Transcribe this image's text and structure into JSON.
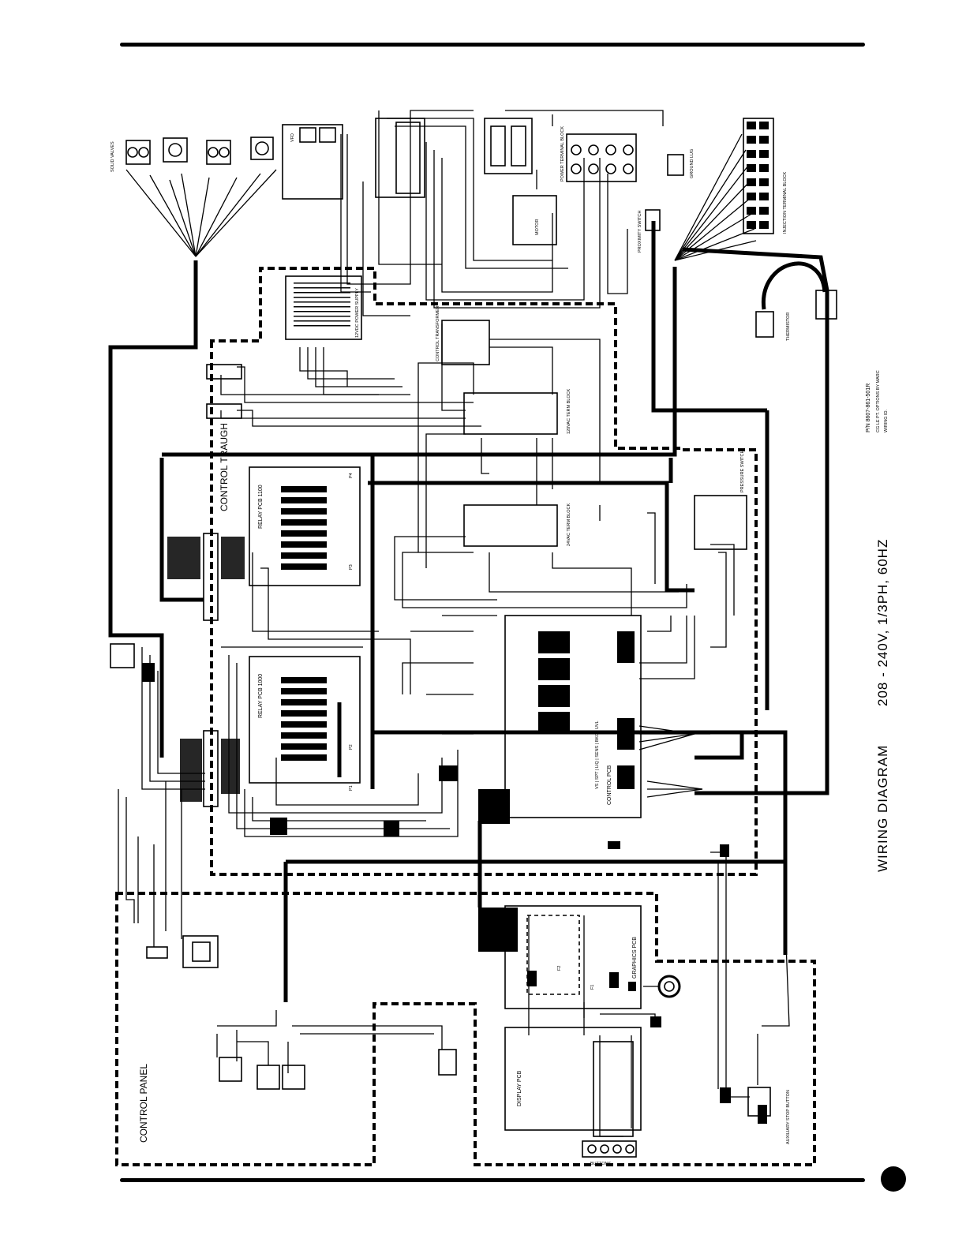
{
  "title": "WIRING DIAGRAM",
  "spec": "208 - 240V, 1/3PH, 60HZ",
  "part_number": "P/N 8607-861-501R",
  "part_note_1": "CG LE PT. OPTIONS BY MARC",
  "part_note_2": "WIRING ID.",
  "labels": {
    "control_trough": "CONTROL TRAUGH",
    "control_panel": "CONTROL PANEL",
    "relay_pcb_top": "RELAY PCB 1100",
    "relay_pcb_bottom": "RELAY PCB 1000",
    "control_pcb": "CONTROL PCB",
    "display_pcb": "DISPLAY PCB",
    "graphics_pcb": "GRAPHICS PCB",
    "power_supply": "12VDC POWER SUPPLY",
    "vfd": "VFD",
    "motor": "MOTOR",
    "power_terminal_block": "POWER TERMINAL BLOCK",
    "ground_lug": "GROUND LUG",
    "proximity_switch": "PROXIMITY SWITCH",
    "injection_terminal_block": "INJECTION TERMINAL BLOCK",
    "thermistor": "THERMISTOR",
    "terminal_block_120": "120VAC TERM BLOCK",
    "terminal_block_24": "24VAC TERM BLOCK",
    "pressure_switch": "PRESSURE SWITCH",
    "aux_stop_button": "AUXILIARY STOP BUTTON",
    "buttons": "BUTTONS",
    "solid_valves": "SOLID VALVES",
    "control_transformer": "CONTROL TRANSFORMER",
    "pcb_labels": "VS | SPT | LIQ | SENS | BKG | UVL",
    "f1": "F1",
    "f2": "F2",
    "p1": "P1",
    "p2": "P2",
    "p3": "P3",
    "p4": "P4"
  }
}
